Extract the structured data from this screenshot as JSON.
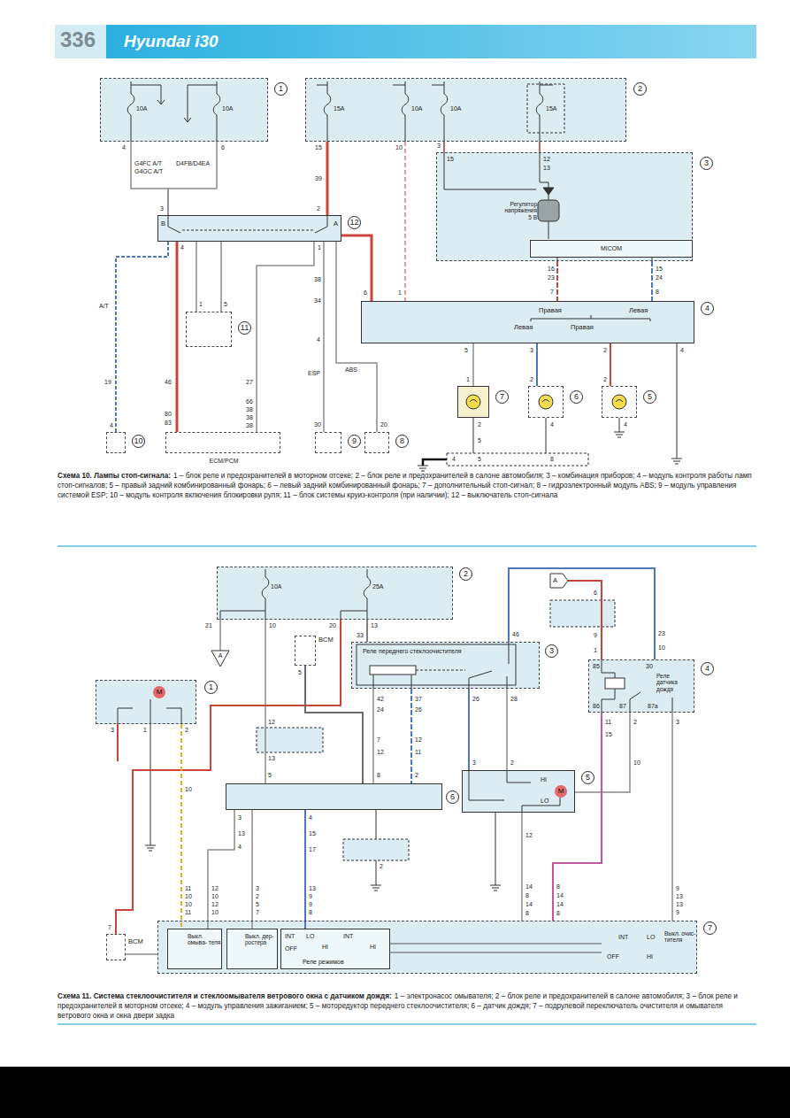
{
  "diagram": {
    "nodes": [
      {
        "text": [
          "1",
          "10A",
          "10A"
        ]
      },
      {
        "text": [
          "2",
          "15A",
          "10A",
          "10A",
          "15A"
        ]
      },
      {
        "text": [
          "3",
          "Регулятор напряжения 5 В"
        ]
      },
      {
        "text": [
          "MICOM"
        ],
        "in": 2
      },
      {
        "text": [
          "12",
          "B",
          "A"
        ]
      },
      {
        "text": [
          "11"
        ]
      },
      {
        "text": [
          "4",
          "Правая",
          "Левая",
          "Левая",
          "Правая"
        ]
      },
      {
        "text": [
          "7"
        ]
      },
      {
        "text": [
          "6"
        ]
      },
      {
        "text": [
          "5"
        ]
      },
      {
        "text": [
          "10"
        ]
      },
      {
        "text": [
          "ECM/PCM"
        ]
      },
      {
        "text": [
          "9"
        ]
      },
      {
        "text": [
          "8"
        ]
      },
      {
        "text": [
          "2",
          "10A",
          "25A"
        ]
      },
      {
        "text": [
          "A"
        ]
      },
      {
        "text": [
          "A"
        ]
      },
      {
        "text": [
          "BCM"
        ]
      },
      {
        "text": [
          "3",
          "Реле переднего стеклоочистителя"
        ]
      },
      {
        "text": [
          "1",
          "M"
        ]
      },
      {
        "text": [
          "4",
          "85",
          "30",
          "Реле датчика дождя",
          "86",
          "87",
          "87a"
        ]
      },
      {
        "text": [
          "6"
        ]
      },
      {
        "text": [
          "5",
          "HI",
          "M",
          "LO"
        ]
      },
      {
        "text": [
          "BCM"
        ]
      },
      {
        "text": [
          "7",
          "INT",
          "LO",
          "OFF",
          "HI",
          "Выкл. очис- тителя"
        ]
      },
      {
        "text": [
          "Выкл. омыва- теля"
        ],
        "in": 24
      },
      {
        "text": [
          "Выкл. дер- ростера"
        ],
        "in": 24
      },
      {
        "text": [
          "INT",
          "LO",
          "HI",
          "OFF",
          "INT",
          "HI",
          "Реле режимов"
        ],
        "in": 24
      }
    ],
    "edges": [
      {
        "from": 0,
        "to": 4,
        "arrow": "none"
      },
      {
        "from": 0,
        "to": 4,
        "arrow": "none"
      },
      {
        "from": 1,
        "to": 4,
        "arrow": "none"
      },
      {
        "from": 4,
        "to": 6,
        "arrow": "none"
      },
      {
        "from": 4,
        "to": 5,
        "arrow": "none"
      },
      {
        "from": 4,
        "to": 5,
        "arrow": "none"
      },
      {
        "from": 4,
        "to": 11,
        "arrow": "none"
      },
      {
        "from": 4,
        "to": 10,
        "arrow": "none"
      },
      {
        "from": 4,
        "to": 11,
        "arrow": "none"
      },
      {
        "from": 4,
        "to": 12,
        "arrow": "none"
      },
      {
        "from": 4,
        "to": 13,
        "arrow": "none"
      },
      {
        "from": 1,
        "to": 6,
        "arrow": "none"
      },
      {
        "from": 1,
        "to": 2,
        "arrow": "none"
      },
      {
        "from": 1,
        "to": 2,
        "arrow": "none"
      },
      {
        "from": 2,
        "to": 6,
        "arrow": "none"
      },
      {
        "from": 2,
        "to": 6,
        "arrow": "none"
      },
      {
        "from": 6,
        "to": 7,
        "arrow": "none"
      },
      {
        "from": 6,
        "to": 8,
        "arrow": "none"
      },
      {
        "from": 6,
        "to": 9,
        "arrow": "none"
      },
      {
        "from": 14,
        "to": 15,
        "arrow": "none"
      },
      {
        "from": 14,
        "to": 21,
        "arrow": "none"
      },
      {
        "from": 14,
        "to": 18,
        "arrow": "none"
      },
      {
        "from": 14,
        "to": 23,
        "arrow": "none"
      },
      {
        "from": 17,
        "to": 21,
        "arrow": "none"
      },
      {
        "from": 18,
        "to": 21,
        "arrow": "none"
      },
      {
        "from": 18,
        "to": 21,
        "arrow": "none"
      },
      {
        "from": 18,
        "to": 22,
        "arrow": "none"
      },
      {
        "from": 18,
        "to": 22,
        "arrow": "none"
      },
      {
        "from": 16,
        "to": 20,
        "arrow": "none"
      },
      {
        "from": 18,
        "to": 20,
        "arrow": "none"
      },
      {
        "from": 20,
        "to": 22,
        "arrow": "none"
      },
      {
        "from": 20,
        "to": 24,
        "arrow": "none"
      },
      {
        "from": 20,
        "to": 24,
        "arrow": "none"
      },
      {
        "from": 22,
        "to": 24,
        "arrow": "none"
      },
      {
        "from": 21,
        "to": 25,
        "arrow": "none"
      },
      {
        "from": 19,
        "to": 25,
        "arrow": "none"
      },
      {
        "from": 21,
        "to": 27,
        "arrow": "none"
      },
      {
        "from": 23,
        "to": 24,
        "arrow": "none"
      },
      {
        "from": 21,
        "to": 26,
        "arrow": "none"
      }
    ],
    "labels": [
      "336",
      "Hyundai i30",
      "4",
      "6",
      "G4FC A/T",
      "G4GC A/T",
      "D4FB/D4EA",
      "3",
      "15",
      "39",
      "2",
      "10",
      "3",
      "15",
      "12",
      "13",
      "1",
      "4",
      "A/T",
      "19",
      "4",
      "1",
      "5",
      "46",
      "80",
      "83",
      "27",
      "66",
      "38",
      "38",
      "38",
      "38",
      "34",
      "4",
      "ESP",
      "ABS",
      "30",
      "20",
      "6",
      "1",
      "16",
      "23",
      "7",
      "15",
      "24",
      "8",
      "5",
      "1",
      "3",
      "2",
      "2",
      "2",
      "4",
      "4",
      "4",
      "2",
      "5",
      "4",
      "5",
      "8",
      "Схема 10. Лампы стоп-сигнала:",
      "1 – блок реле и предохранителей в моторном отсеке; 2 – блок реле и предохранителей в салоне автомобиля; 3 – комбинация приборов; 4 – модуль контроля работы ламп стоп-сигналов; 5 – правый задний комбинированный фонарь; 6 – левый задний комбинированный фонарь; 7 – дополнительный стоп-сигнал; 8 – гидроэлектронный модуль ABS; 9 – модуль управления системой ESP; 10 – модуль контроля включения блокировки руля; 11 – блок системы круиз-контроля (при наличии); 12 – выключатель стоп-сигнала",
      "21",
      "10",
      "20",
      "13",
      "33",
      "46",
      "5",
      "12",
      "13",
      "5",
      "42",
      "24",
      "7",
      "12",
      "8",
      "37",
      "26",
      "12",
      "11",
      "2",
      "26",
      "28",
      "3",
      "2",
      "6",
      "9",
      "1",
      "23",
      "10",
      "11",
      "15",
      "2",
      "10",
      "3",
      "9",
      "13",
      "13",
      "9",
      "8",
      "14",
      "14",
      "8",
      "12",
      "14",
      "8",
      "14",
      "8",
      "3",
      "13",
      "4",
      "4",
      "15",
      "17",
      "11",
      "10",
      "10",
      "11",
      "12",
      "10",
      "12",
      "10",
      "3",
      "2",
      "5",
      "7",
      "13",
      "9",
      "9",
      "8",
      "7",
      "3",
      "1",
      "2",
      "10",
      "Схема 11. Система стеклоочистителя и стеклоомывателя ветрового окна с датчиком дождя:",
      "1 – электронасос омывателя; 2 – блок реле и предохранителей в салоне автомобиля; 3 – блок реле и предохранителей в моторном отсеке; 4 – модуль управления зажиганием; 5 – моторедуктор переднего стеклоочистителя; 6 – датчик дождя; 7 – подрулевой переключатель очистителя и омывателя ветрового окна и окна двери задка",
      "2"
    ]
  }
}
